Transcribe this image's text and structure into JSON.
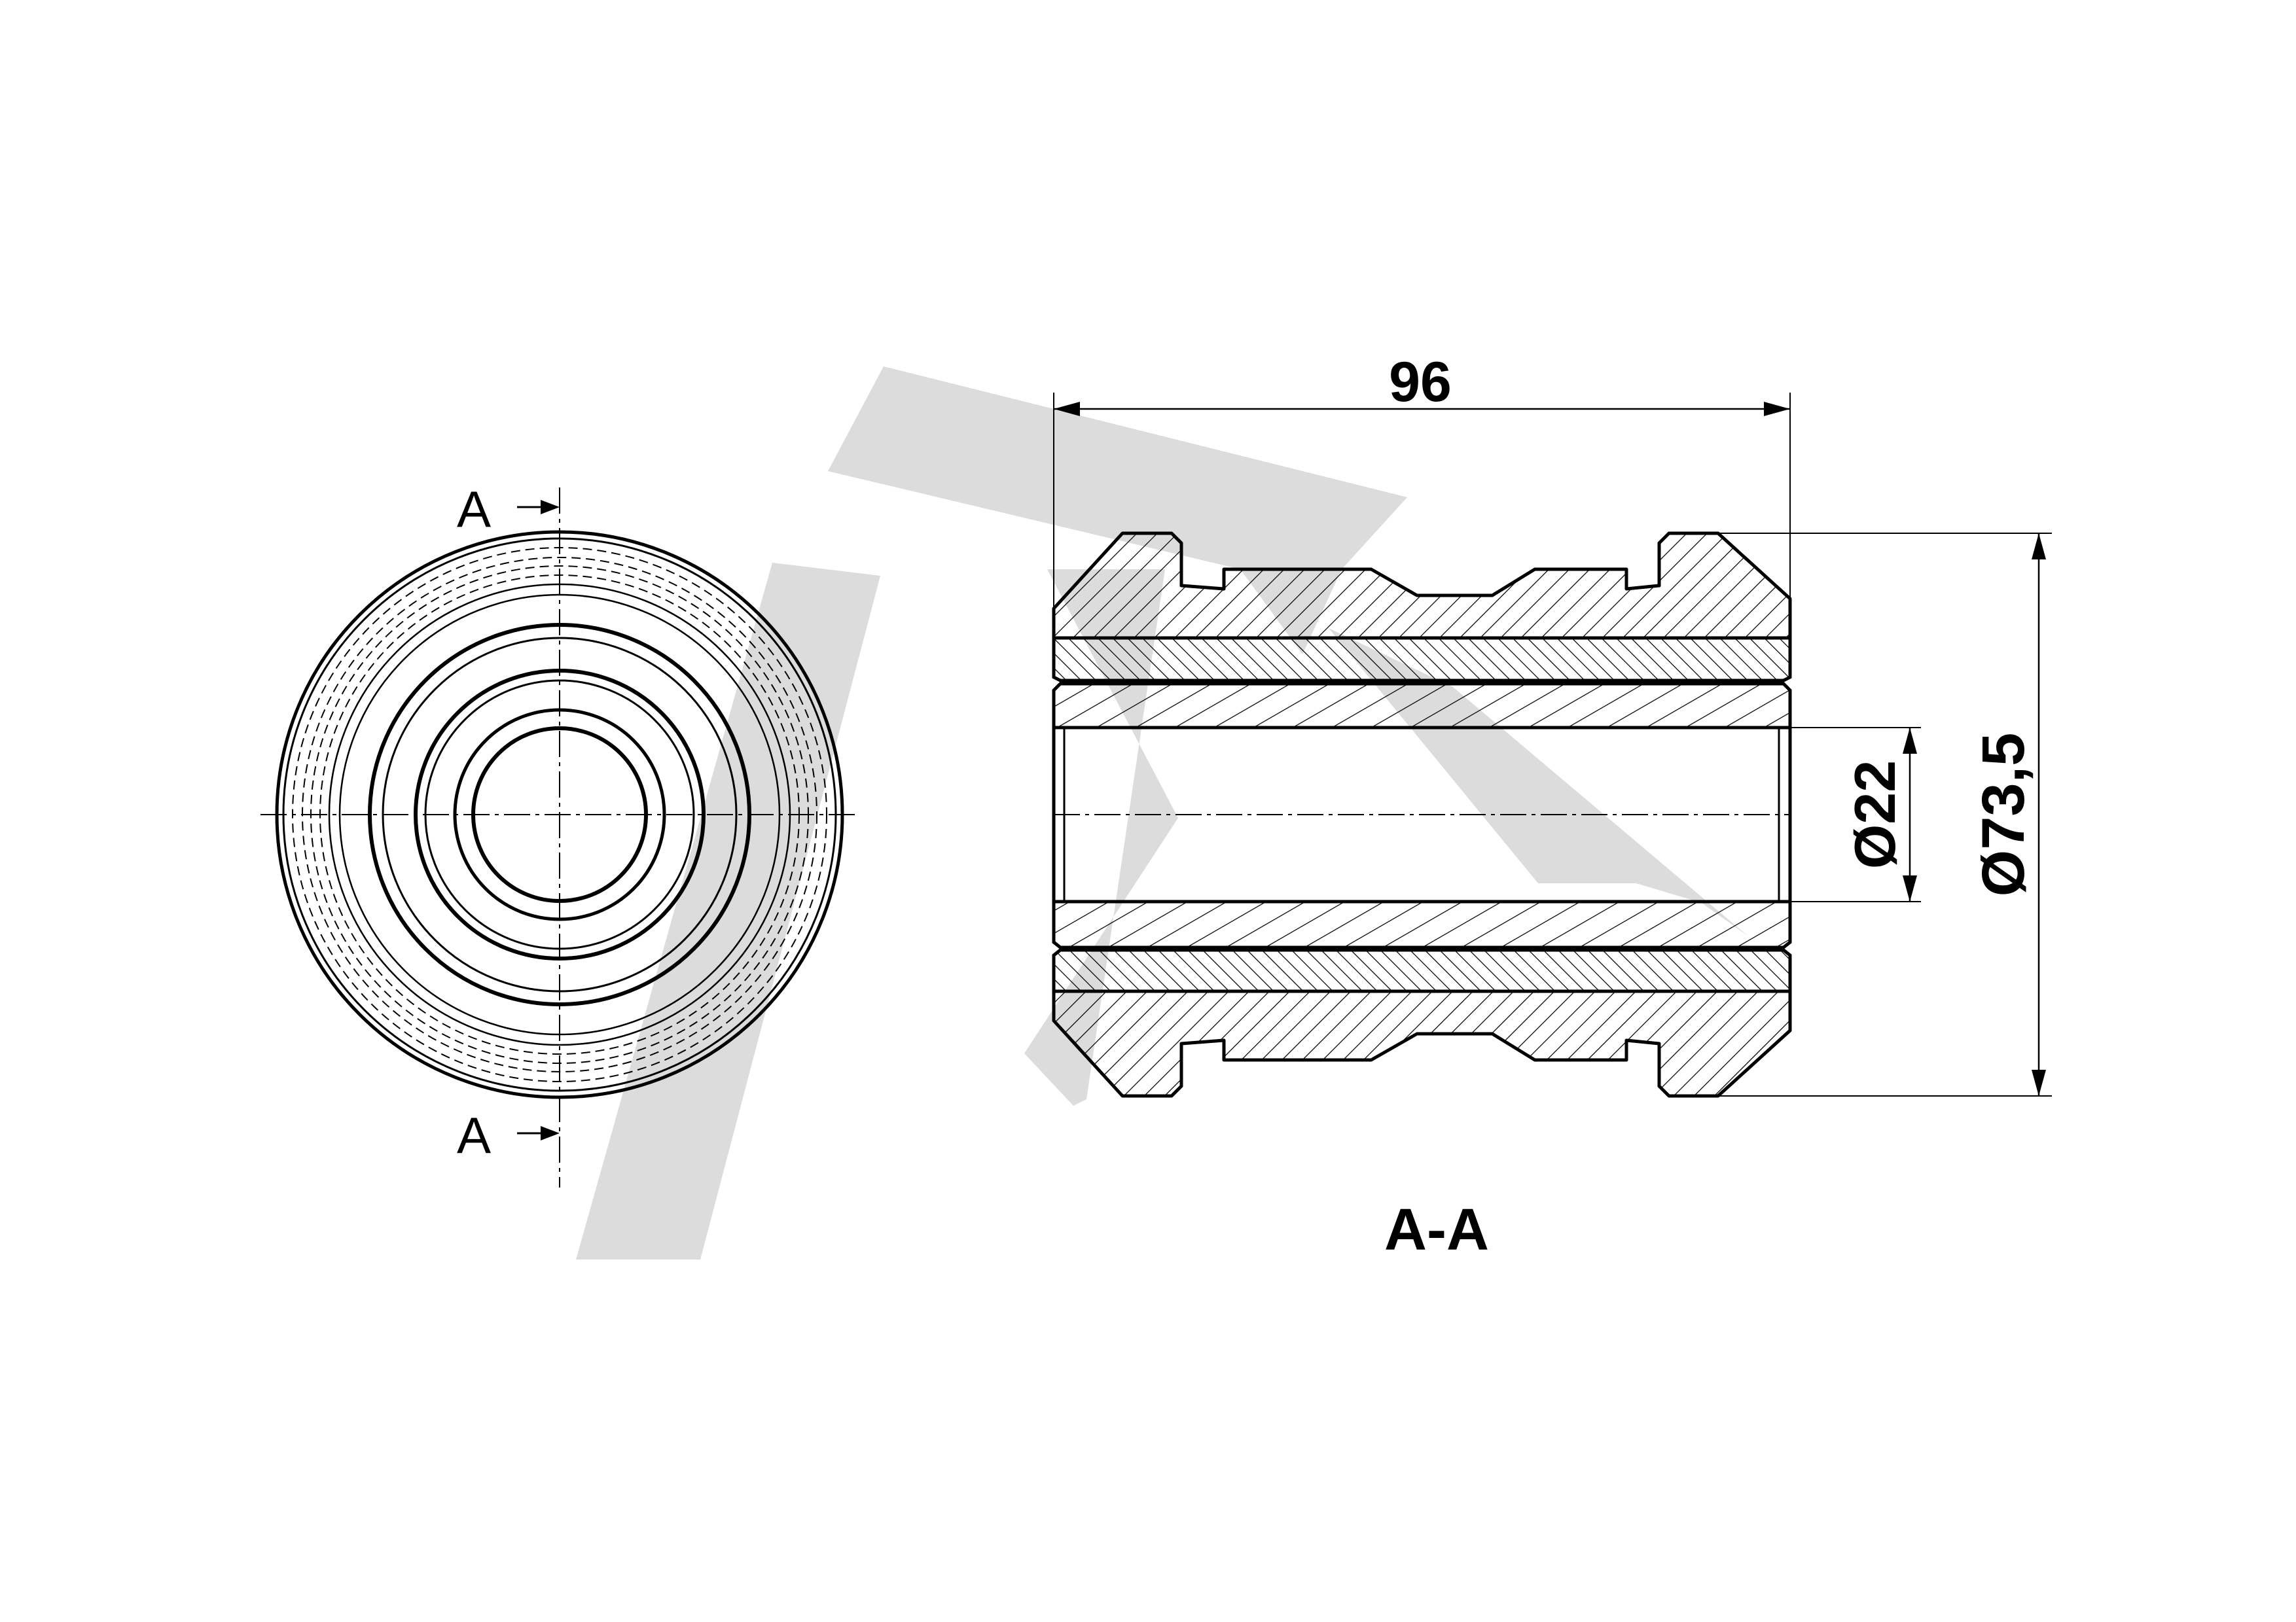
{
  "drawing": {
    "section_marker_letter": "A",
    "section_title": "A-A",
    "dimensions": {
      "length": "96",
      "inner_diameter": "Ø22",
      "outer_diameter": "Ø73,5"
    },
    "watermark_color": "#dcdcdc",
    "line_color": "#000000"
  }
}
